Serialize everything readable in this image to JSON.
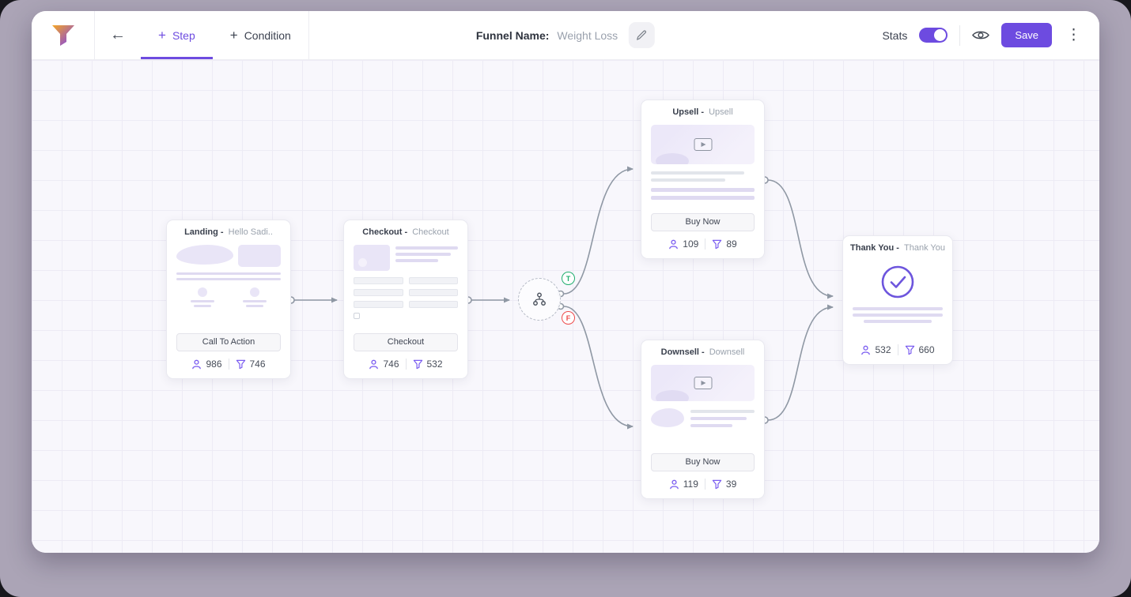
{
  "header": {
    "back_icon": "←",
    "menu_icon": "⋮",
    "step_tab": {
      "plus": "+",
      "label": "Step"
    },
    "condition_tab": {
      "plus": "+",
      "label": "Condition"
    },
    "funnel_name": {
      "label": "Funnel Name:",
      "value": "Weight Loss"
    },
    "stats_label": "Stats",
    "save_label": "Save"
  },
  "nodes": {
    "landing": {
      "type": "Landing -",
      "name": "Hello Sadi..",
      "button": "Call To Action",
      "visitors": "986",
      "conversions": "746"
    },
    "checkout": {
      "type": "Checkout -",
      "name": "Checkout",
      "button": "Checkout",
      "visitors": "746",
      "conversions": "532"
    },
    "upsell": {
      "type": "Upsell -",
      "name": "Upsell",
      "button": "Buy Now",
      "visitors": "109",
      "conversions": "89"
    },
    "downsell": {
      "type": "Downsell -",
      "name": "Downsell",
      "button": "Buy Now",
      "visitors": "119",
      "conversions": "39"
    },
    "thankyou": {
      "type": "Thank You -",
      "name": "Thank You",
      "visitors": "532",
      "conversions": "660"
    }
  },
  "condition": {
    "true_label": "T",
    "false_label": "F"
  },
  "colors": {
    "accent": "#6d4be0",
    "true_green": "#1fae6e",
    "false_red": "#ee4b4b",
    "wire": "#8f98a4"
  }
}
